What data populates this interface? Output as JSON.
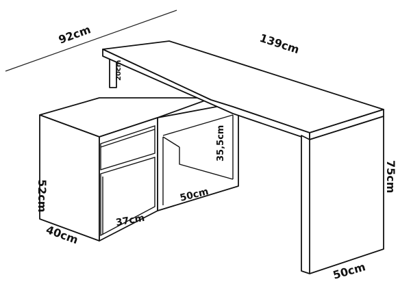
{
  "dimensions": {
    "depth_total": "92cm",
    "length_top": "139cm",
    "shelf_gap": "20cm",
    "shelf_height": "35,5cm",
    "cabinet_height": "52cm",
    "desk_height": "75cm",
    "shelf_width": "50cm",
    "drawer_width": "37cm",
    "cabinet_depth": "40cm",
    "leg_width": "50cm"
  },
  "colors": {
    "line": "#111111",
    "background": "#ffffff"
  }
}
